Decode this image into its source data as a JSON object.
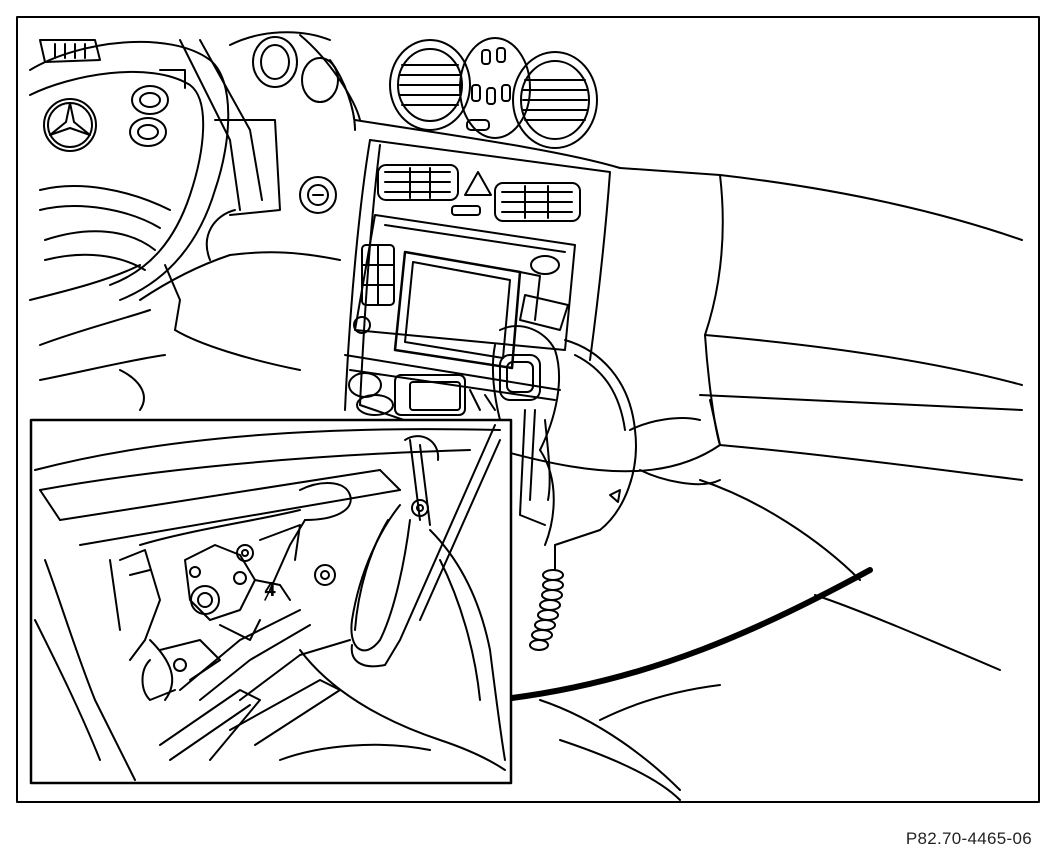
{
  "figure": {
    "id": "P82.70-4465-06",
    "callouts": [
      {
        "label": "4"
      }
    ]
  },
  "components": [
    "steering-wheel",
    "mercedes-star-logo",
    "instrument-cluster",
    "center-air-vents",
    "center-console",
    "navigation-display",
    "telephone-handset-cradle",
    "coiled-handset-cable",
    "dashboard-panel",
    "detail-inset"
  ]
}
